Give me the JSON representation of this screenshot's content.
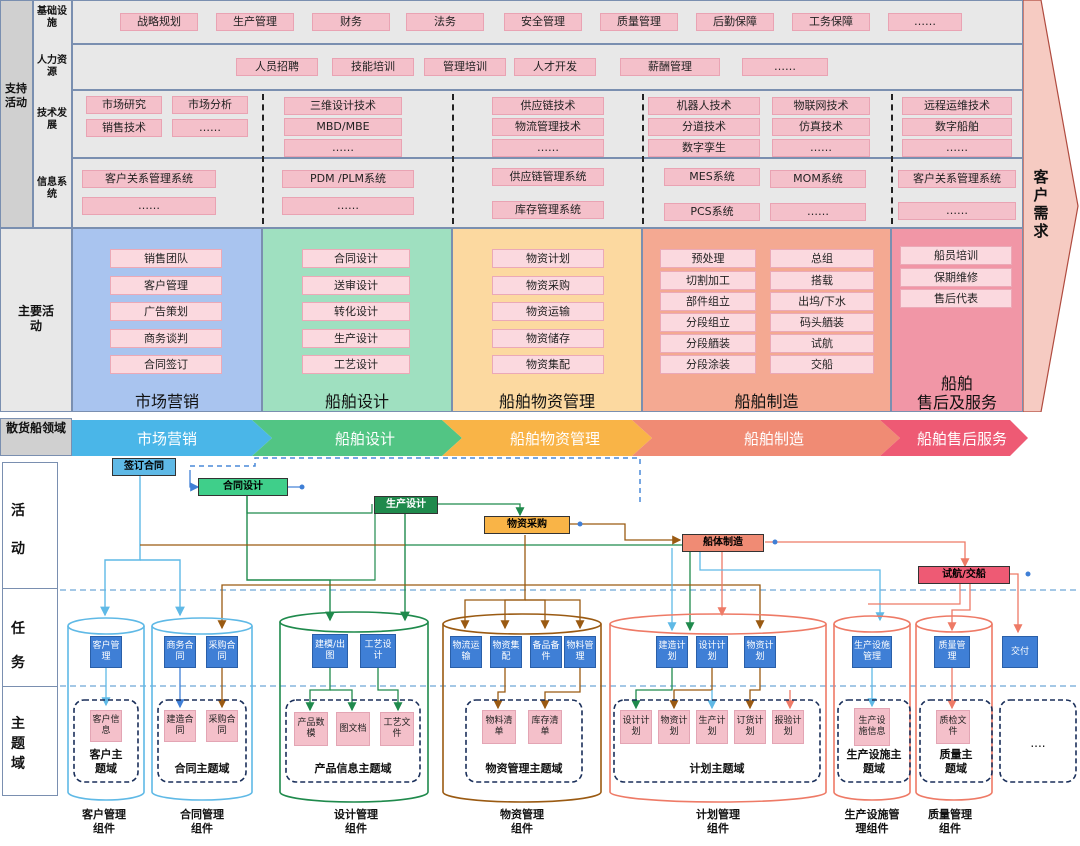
{
  "support": {
    "label": "支持活动",
    "rows": [
      {
        "label": "基础设施",
        "items": [
          "战略规划",
          "生产管理",
          "财务",
          "法务",
          "安全管理",
          "质量管理",
          "后勤保障",
          "工务保障",
          "……"
        ]
      },
      {
        "label": "人力资源",
        "items": [
          "人员招聘",
          "技能培训",
          "管理培训",
          "人才开发",
          "薪酬管理",
          "……"
        ]
      },
      {
        "label": "技术发展",
        "groups": [
          [
            "市场研究",
            "市场分析",
            "销售技术",
            "……"
          ],
          [
            "三维设计技术",
            "MBD/MBE",
            "……"
          ],
          [
            "供应链技术",
            "物流管理技术",
            "……"
          ],
          [
            "机器人技术",
            "物联网技术",
            "分道技术",
            "仿真技术",
            "数字孪生",
            "……"
          ],
          [
            "远程运维技术",
            "数字船舶",
            "……"
          ]
        ]
      },
      {
        "label": "信息系统",
        "groups": [
          [
            "客户关系管理系统",
            "……"
          ],
          [
            "PDM /PLM系统",
            "……"
          ],
          [
            "供应链管理系统",
            "库存管理系统"
          ],
          [
            "MES系统",
            "MOM系统",
            "PCS系统",
            "……"
          ],
          [
            "客户关系管理系统",
            "……"
          ]
        ]
      }
    ]
  },
  "primary": {
    "label": "主要活动",
    "columns": [
      {
        "title": "市场营销",
        "items": [
          "销售团队",
          "客户管理",
          "广告策划",
          "商务谈判",
          "合同签订"
        ]
      },
      {
        "title": "船舶设计",
        "items": [
          "合同设计",
          "送审设计",
          "转化设计",
          "生产设计",
          "工艺设计"
        ]
      },
      {
        "title": "船舶物资管理",
        "items": [
          "物资计划",
          "物资采购",
          "物资运输",
          "物资储存",
          "物资集配"
        ]
      },
      {
        "title": "船舶制造",
        "items": [
          "预处理",
          "总组",
          "切割加工",
          "搭载",
          "部件组立",
          "出坞/下水",
          "分段组立",
          "码头舾装",
          "分段舾装",
          "试航",
          "分段涂装",
          "交船"
        ]
      },
      {
        "title1": "船舶",
        "title2": "售后及服务",
        "items": [
          "船员培训",
          "保期维修",
          "售后代表"
        ]
      }
    ]
  },
  "customer_demand": "客户需求",
  "domain_label": "散货船领域",
  "flow": [
    "市场营销",
    "船舶设计",
    "船舶物资管理",
    "船舶制造",
    "船舶售后服务"
  ],
  "lower": {
    "side": [
      "活动",
      "任务",
      "主题域"
    ],
    "activities": [
      "签订合同",
      "合同设计",
      "生产设计",
      "物资采购",
      "船体制造",
      "试航/交船"
    ],
    "cylinders": [
      {
        "tasks": [
          "客户管理"
        ],
        "entities": [
          "客户信息"
        ],
        "domain": "客户主题域",
        "component": "客户管理组件"
      },
      {
        "tasks": [
          "商务合同",
          "采购合同"
        ],
        "entities": [
          "建造合同",
          "采购合同"
        ],
        "domain": "合同主题域",
        "component": "合同管理组件"
      },
      {
        "tasks": [
          "建模/出图",
          "工艺设计"
        ],
        "entities": [
          "产品数模",
          "图文档",
          "工艺文件"
        ],
        "domain": "产品信息主题域",
        "component": "设计管理组件"
      },
      {
        "tasks": [
          "物流运输",
          "物资集配",
          "备品备件",
          "物料管理"
        ],
        "entities": [
          "物料清单",
          "库存清单"
        ],
        "domain": "物资管理主题域",
        "component": "物资管理组件"
      },
      {
        "tasks": [
          "建造计划",
          "设计计划",
          "物资计划"
        ],
        "entities": [
          "设计计划",
          "物资计划",
          "生产计划",
          "订货计划",
          "报验计划"
        ],
        "domain": "计划主题域",
        "component": "计划管理组件"
      },
      {
        "tasks": [
          "生产设施管理"
        ],
        "entities": [
          "生产设施信息"
        ],
        "domain": "生产设施主题域",
        "component": "生产设施管理组件"
      },
      {
        "tasks": [
          "质量管理"
        ],
        "entities": [
          "质检文件"
        ],
        "domain": "质量主题域",
        "component": "质量管理组件"
      }
    ],
    "extra_task": "交付",
    "more": "....",
    "colors": {
      "blue": "#3f7fd6",
      "pink": "#f4c0ca",
      "cyan": "#5fb9e6",
      "teal": "#1f8a4c",
      "brown": "#9a5a12",
      "coral": "#ee7a66"
    }
  }
}
